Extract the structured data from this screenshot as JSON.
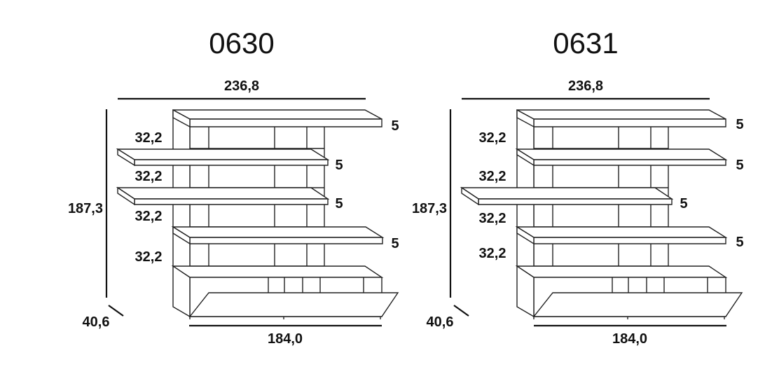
{
  "models": [
    {
      "code": "0630",
      "overall_width": "236,8",
      "overall_height": "187,3",
      "depth": "40,6",
      "base_width": "184,0",
      "shelf_spacings": [
        "32,2",
        "32,2",
        "32,2",
        "32,2"
      ],
      "shelf_thicknesses": [
        "5",
        "5",
        "5",
        "5"
      ]
    },
    {
      "code": "0631",
      "overall_width": "236,8",
      "overall_height": "187,3",
      "depth": "40,6",
      "base_width": "184,0",
      "shelf_spacings": [
        "32,2",
        "32,2",
        "32,2",
        "32,2"
      ],
      "shelf_thicknesses": [
        "5",
        "5",
        "5",
        "5"
      ]
    }
  ]
}
